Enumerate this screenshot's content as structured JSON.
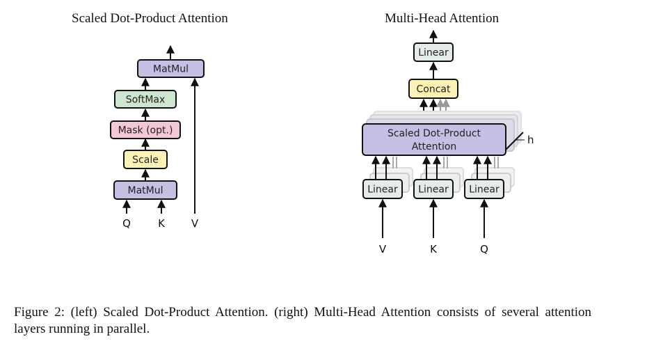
{
  "left": {
    "title": "Scaled Dot-Product Attention",
    "matmul_top": "MatMul",
    "softmax": "SoftMax",
    "mask": "Mask (opt.)",
    "scale": "Scale",
    "matmul_bottom": "MatMul",
    "input_q": "Q",
    "input_k": "K",
    "input_v": "V"
  },
  "right": {
    "title": "Multi-Head Attention",
    "linear_top": "Linear",
    "concat": "Concat",
    "attention_line1": "Scaled Dot-Product",
    "attention_line2": "Attention",
    "heads_label": "h",
    "linear_v": "Linear",
    "linear_k": "Linear",
    "linear_q": "Linear",
    "input_v": "V",
    "input_k": "K",
    "input_q": "Q"
  },
  "colors": {
    "matmul": "#c5bfe3",
    "softmax": "#cde6cf",
    "mask": "#f5c6d8",
    "scale": "#fbf2b4",
    "linear": "#e4ebe8",
    "concat": "#fbf2b4",
    "attention": "#c5bfe3"
  },
  "caption": "Figure 2: (left) Scaled Dot-Product Attention. (right) Multi-Head Attention consists of several attention layers running in parallel."
}
